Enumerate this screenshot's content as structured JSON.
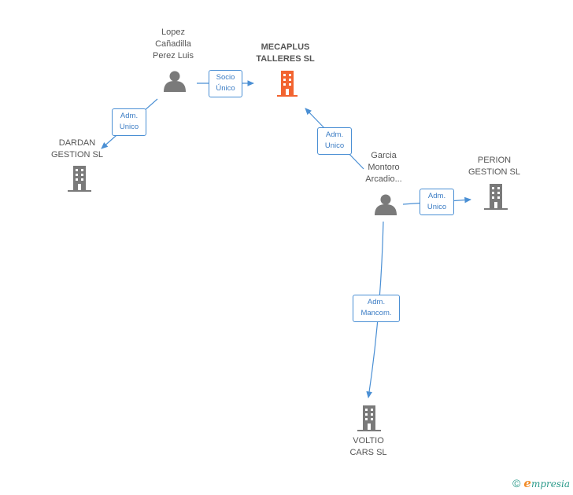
{
  "colors": {
    "edge": "#4a8fd4",
    "company": "#7a7a7a",
    "company_main": "#f26430",
    "person": "#7a7a7a",
    "brand_teal": "#2b9a8a",
    "brand_orange": "#f28c28"
  },
  "nodes": {
    "lopez": {
      "label": "Lopez\nCañadilla\nPerez Luis",
      "type": "person"
    },
    "mecaplus": {
      "label": "MECAPLUS\nTALLERES SL",
      "type": "company-main"
    },
    "dardan": {
      "label": "DARDAN\nGESTION SL",
      "type": "company"
    },
    "garcia": {
      "label": "Garcia\nMontoro\nArcadio...",
      "type": "person"
    },
    "perion": {
      "label": "PERION\nGESTION SL",
      "type": "company"
    },
    "voltio": {
      "label": "VOLTIO\nCARS SL",
      "type": "company"
    }
  },
  "edges": {
    "lopez_mecaplus": "Socio\nÚnico",
    "lopez_dardan": "Adm.\nUnico",
    "garcia_mecaplus": "Adm.\nUnico",
    "garcia_perion": "Adm.\nUnico",
    "garcia_voltio": "Adm.\nMancom."
  },
  "footer": {
    "copyright": "©",
    "brand_initial": "e",
    "brand_rest": "mpresia"
  }
}
